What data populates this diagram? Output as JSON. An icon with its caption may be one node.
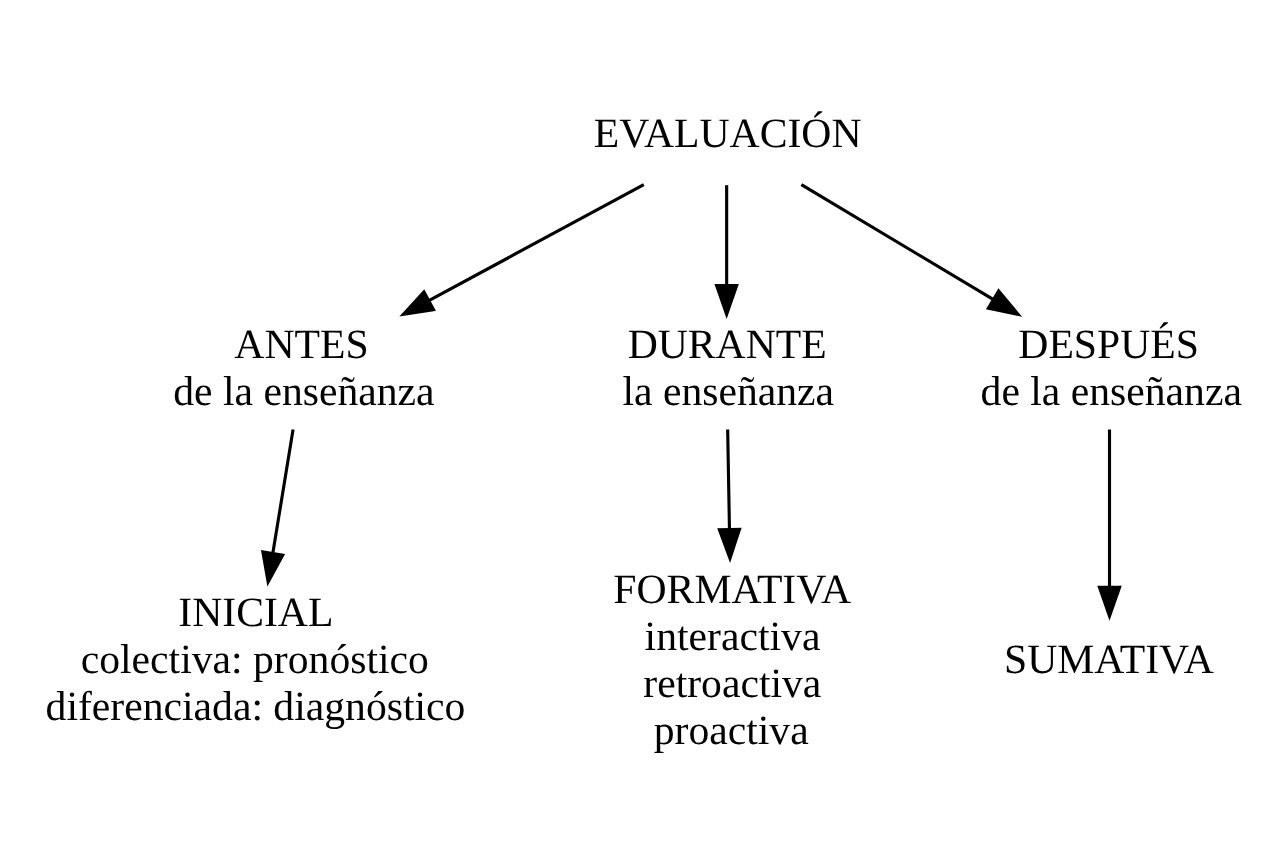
{
  "diagram": {
    "nodes": [
      {
        "text": [
          "EVALUACIÓN"
        ]
      },
      {
        "text": [
          "ANTES",
          "de la enseñanza"
        ]
      },
      {
        "text": [
          "DURANTE",
          "la enseñanza"
        ]
      },
      {
        "text": [
          "DESPUÉS",
          "de la enseñanza"
        ]
      },
      {
        "text": [
          "INICIAL",
          "colectiva: pronóstico",
          "diferenciada: diagnóstico"
        ]
      },
      {
        "text": [
          "FORMATIVA",
          "interactiva",
          "retroactiva",
          "proactiva"
        ]
      },
      {
        "text": [
          "SUMATIVA"
        ]
      }
    ],
    "edges": [
      {
        "from": 0,
        "to": 1,
        "arrow": "to"
      },
      {
        "from": 0,
        "to": 2,
        "arrow": "to"
      },
      {
        "from": 0,
        "to": 3,
        "arrow": "to"
      },
      {
        "from": 1,
        "to": 4,
        "arrow": "to"
      },
      {
        "from": 2,
        "to": 5,
        "arrow": "to"
      },
      {
        "from": 3,
        "to": 6,
        "arrow": "to"
      }
    ]
  }
}
